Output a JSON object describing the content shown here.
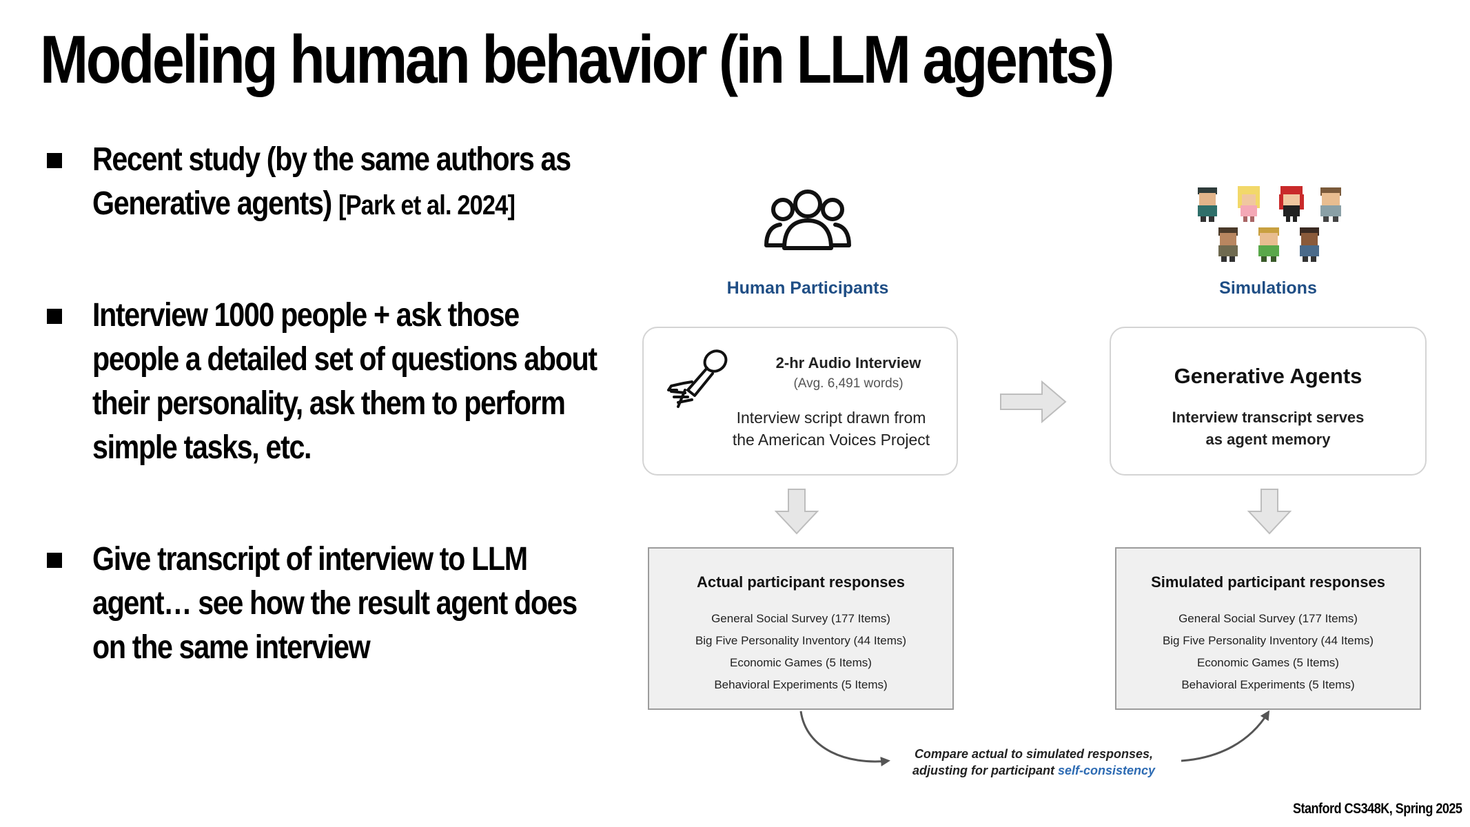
{
  "slide": {
    "title": "Modeling human behavior (in LLM agents)",
    "bullets": [
      {
        "line1": "Recent study (by the same authors as",
        "line2": "Generative agents) ",
        "citation": "[Park et al. 2024]"
      },
      {
        "lines": [
          "Interview 1000 people + ask those",
          "people a detailed set of questions about",
          "their personality, ask them to perform",
          "simple tasks, etc."
        ]
      },
      {
        "lines": [
          "Give transcript of interview to LLM",
          "agent… see how the result agent does",
          "on the same interview"
        ]
      }
    ],
    "footer": "Stanford CS348K, Spring 2025"
  },
  "diagram": {
    "left_label": "Human Participants",
    "right_label": "Simulations",
    "interview_box": {
      "title": "2-hr Audio Interview",
      "subtitle": "(Avg. 6,491 words)",
      "line1": "Interview script drawn from",
      "line2": "the American Voices Project"
    },
    "agents_box": {
      "title": "Generative Agents",
      "line1": "Interview transcript serves",
      "line2": "as agent memory"
    },
    "actual_box": {
      "title": "Actual participant responses",
      "items": [
        "General Social Survey (177 Items)",
        "Big Five Personality Inventory (44 Items)",
        "Economic Games (5 Items)",
        "Behavioral Experiments (5 Items)"
      ]
    },
    "simulated_box": {
      "title": "Simulated participant responses",
      "items": [
        "General Social Survey (177 Items)",
        "Big Five Personality Inventory (44 Items)",
        "Economic Games (5 Items)",
        "Behavioral Experiments (5 Items)"
      ]
    },
    "compare_line1": "Compare actual to simulated responses,",
    "compare_line2_prefix": "adjusting for participant ",
    "compare_highlight": "self-consistency",
    "colors": {
      "label_blue": "#1f4e85",
      "link_blue": "#2d6bb3",
      "arrow_gray": "#d9d9d9",
      "curve_gray": "#555555"
    }
  }
}
